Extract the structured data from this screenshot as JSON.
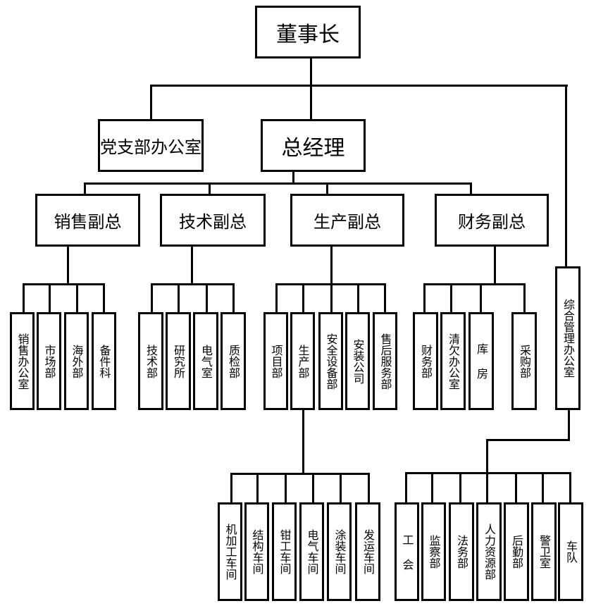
{
  "chart": {
    "root": "董事长",
    "party_office": "党支部办公室",
    "gm": "总经理",
    "vps": [
      "销售副总",
      "技术副总",
      "生产副总",
      "财务副总"
    ],
    "sales_depts": [
      "销售办公室",
      "市场部",
      "海外部",
      "备件科"
    ],
    "tech_depts": [
      "技术部",
      "研究所",
      "电气室",
      "质检部"
    ],
    "prod_depts": [
      "项目部",
      "生产部",
      "安全设备部",
      "安装公司",
      "售后服务部"
    ],
    "fin_depts": [
      "财务部",
      "清欠办公室",
      "库 房",
      "采购部"
    ],
    "admin_office": "综合管理办公室",
    "workshops": [
      "机加工车间",
      "结构车间",
      "钳工车间",
      "电气车间",
      "涂装车间",
      "发运车间"
    ],
    "admin_depts": [
      "工 会",
      "监察部",
      "法务部",
      "人力资源部",
      "后勤部",
      "警卫室",
      "车队"
    ]
  }
}
